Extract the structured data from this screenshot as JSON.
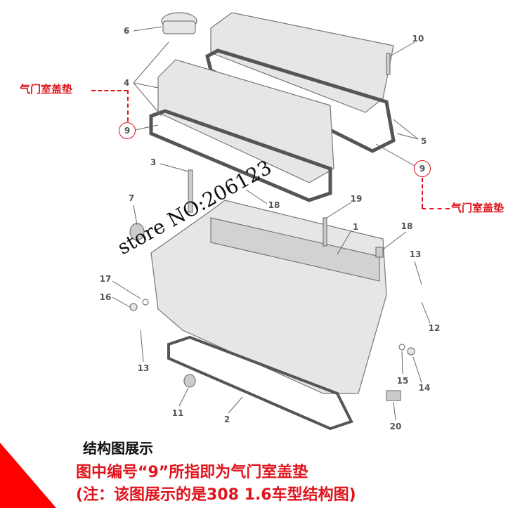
{
  "callout_label": "气门室盖垫",
  "highlight_number": "9",
  "part_numbers": [
    "6",
    "10",
    "4",
    "5",
    "3",
    "18",
    "7",
    "19",
    "1",
    "18",
    "13",
    "17",
    "16",
    "12",
    "13",
    "15",
    "14",
    "11",
    "2",
    "20"
  ],
  "watermark": "store NO:206123",
  "caption": {
    "heading": "结构图展示",
    "line1": "图中编号“9”所指即为气门室盖垫",
    "line2": "(注：该图展示的是308 1.6车型结构图)"
  },
  "colors": {
    "accent": "#e0141c",
    "part_fill": "#e4e4e4",
    "gasket": "#555555"
  }
}
